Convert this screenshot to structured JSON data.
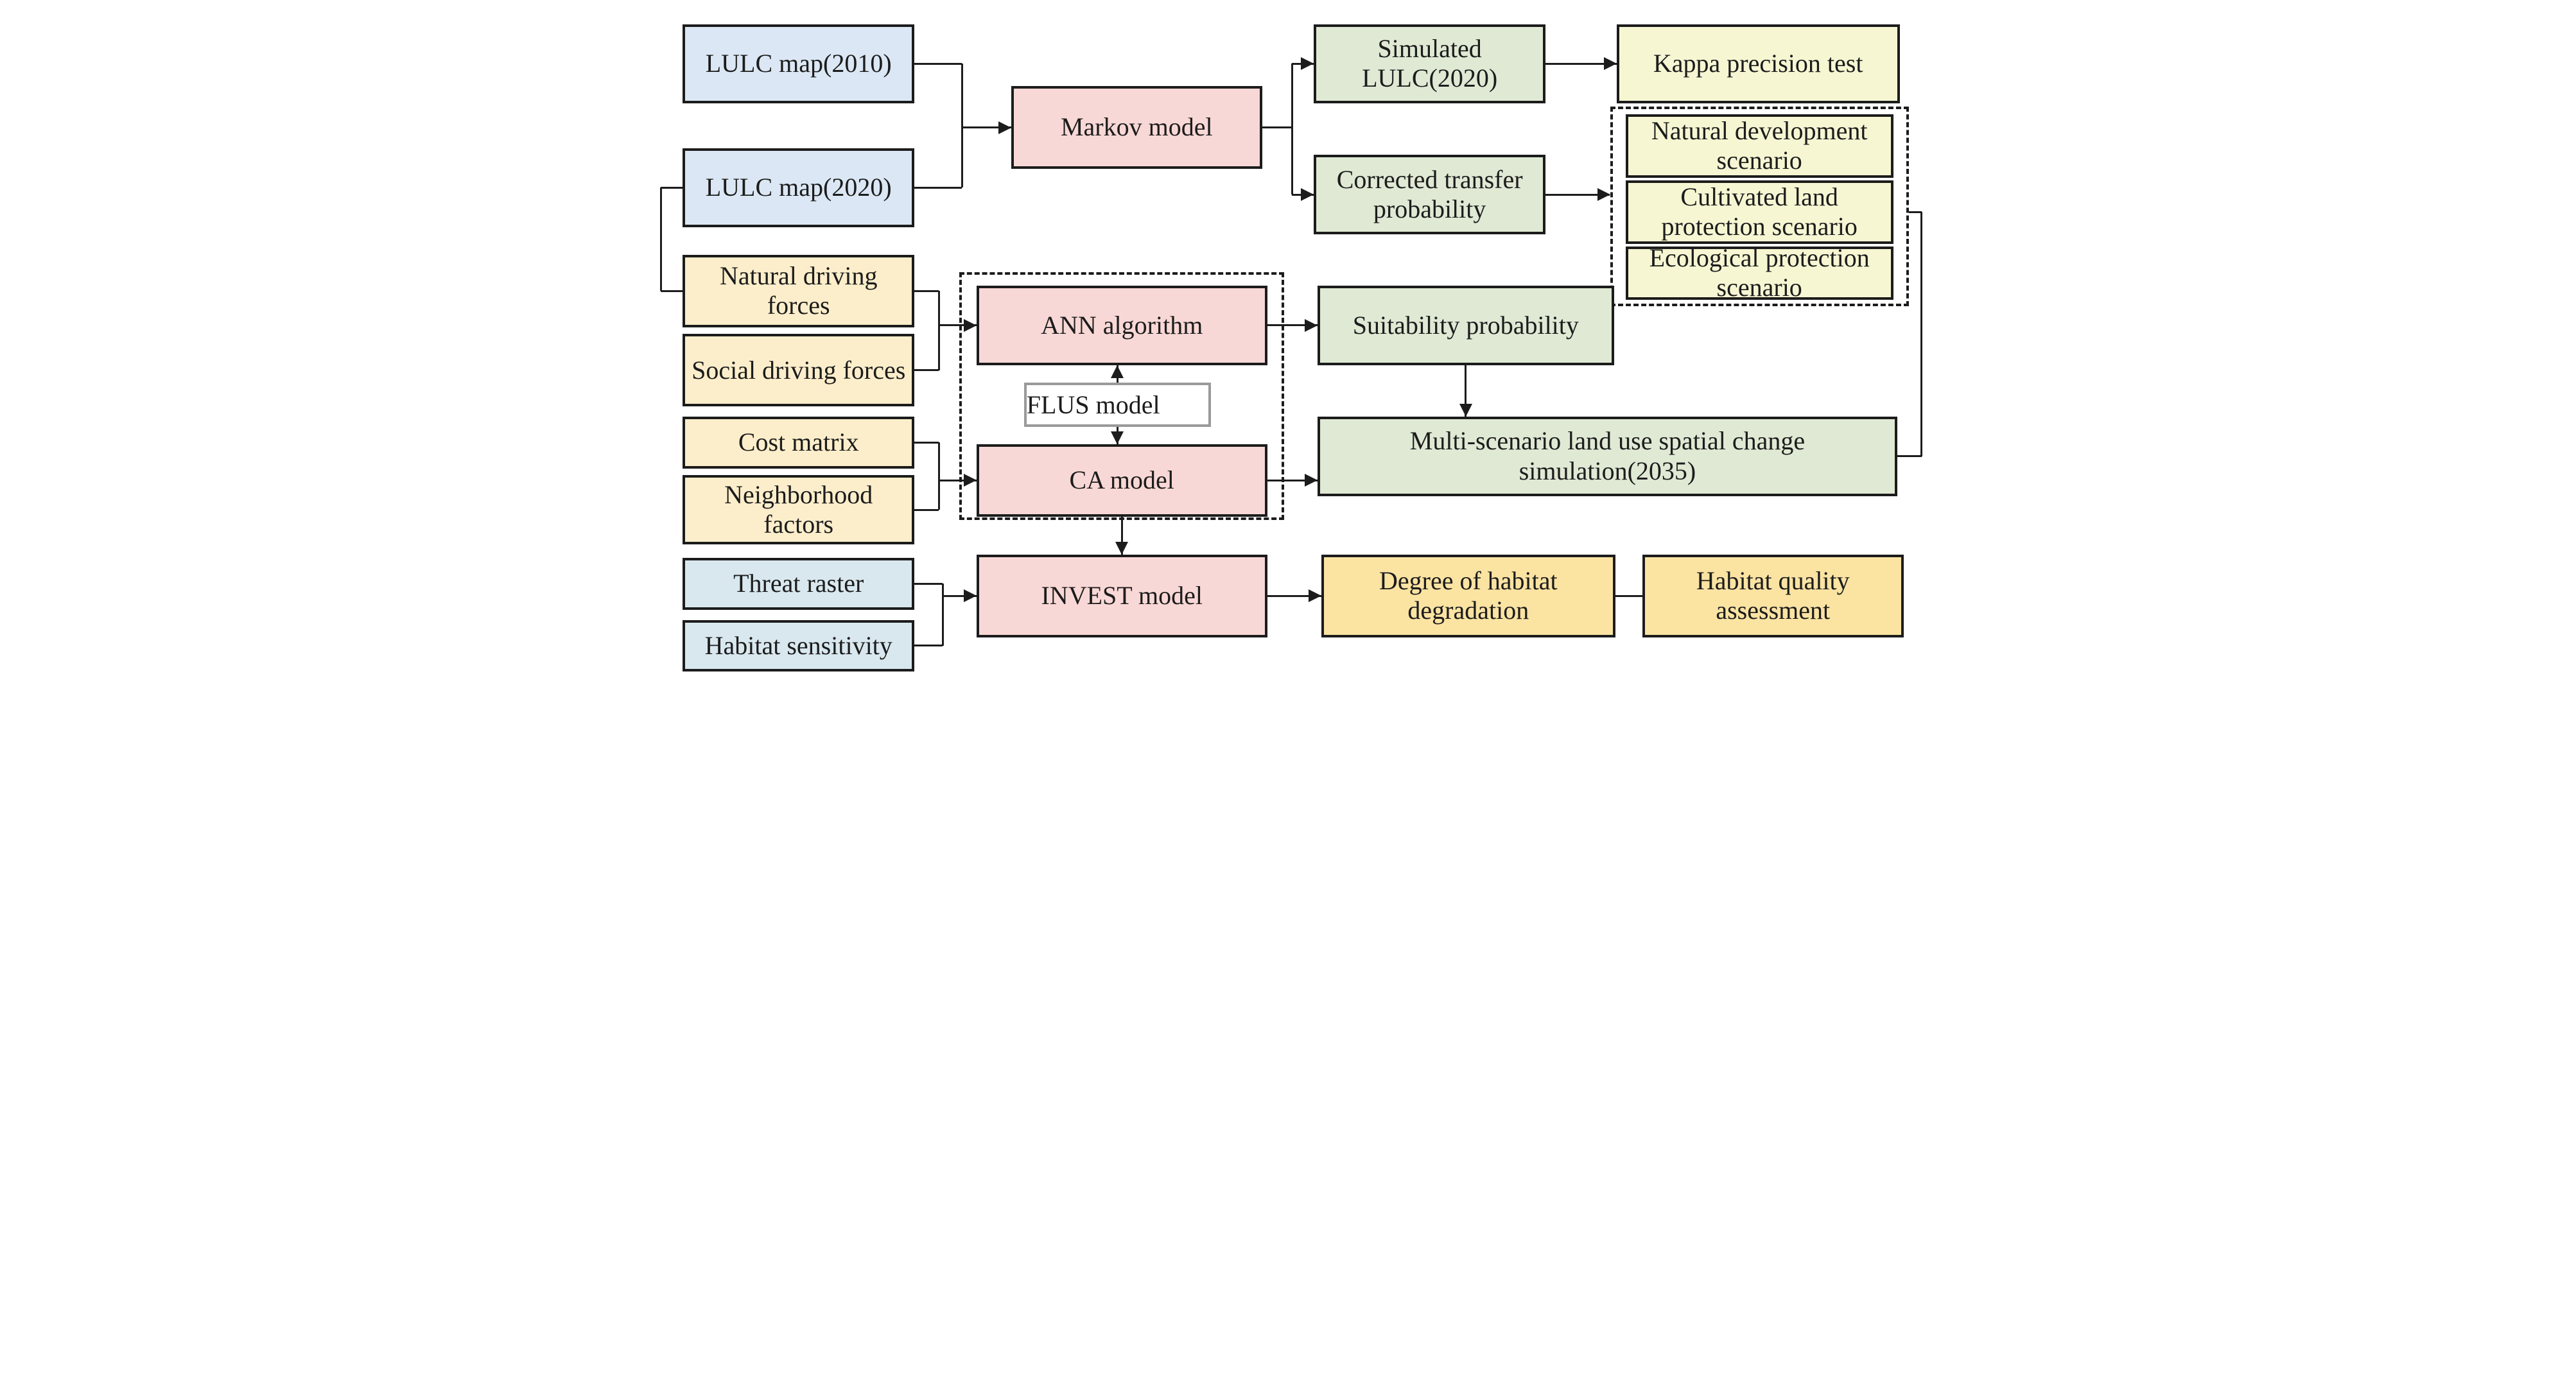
{
  "palette": {
    "ink": "#1c1c1c",
    "blue": "#dbe7f4",
    "teal": "#d9e8ef",
    "pink": "#f8d8d6",
    "green": "#dfe9d4",
    "yellow": "#f6f6d3",
    "tan": "#fdeecb",
    "gold": "#fbe3a2",
    "gray": "#9a9a9a"
  },
  "nodes": {
    "lulc2010": {
      "label": "LULC map(2010)"
    },
    "lulc2020": {
      "label": "LULC map(2020)"
    },
    "markov": {
      "label": "Markov model"
    },
    "simulated": {
      "label": "Simulated LULC(2020)"
    },
    "corrected": {
      "label": "Corrected transfer probability"
    },
    "kappa": {
      "label": "Kappa precision test"
    },
    "natural_dev": {
      "label": "Natural development scenario"
    },
    "cultivated": {
      "label": "Cultivated land protection scenario"
    },
    "ecological": {
      "label": "Ecological protection scenario"
    },
    "natural_driving": {
      "label": "Natural driving forces"
    },
    "social_driving": {
      "label": "Social driving forces"
    },
    "cost_matrix": {
      "label": "Cost matrix"
    },
    "neighborhood": {
      "label": "Neighborhood factors"
    },
    "threat_raster": {
      "label": "Threat raster"
    },
    "habitat_sensitivity": {
      "label": "Habitat sensitivity"
    },
    "ann": {
      "label": "ANN algorithm"
    },
    "flus": {
      "label": "FLUS model"
    },
    "ca": {
      "label": "CA model"
    },
    "suitability": {
      "label": "Suitability probability"
    },
    "multi_scenario": {
      "label": "Multi-scenario land use spatial change simulation(2035)"
    },
    "invest": {
      "label": "INVEST model"
    },
    "degradation": {
      "label": "Degree of habitat degradation"
    },
    "habitat_quality": {
      "label": "Habitat quality assessment"
    }
  }
}
